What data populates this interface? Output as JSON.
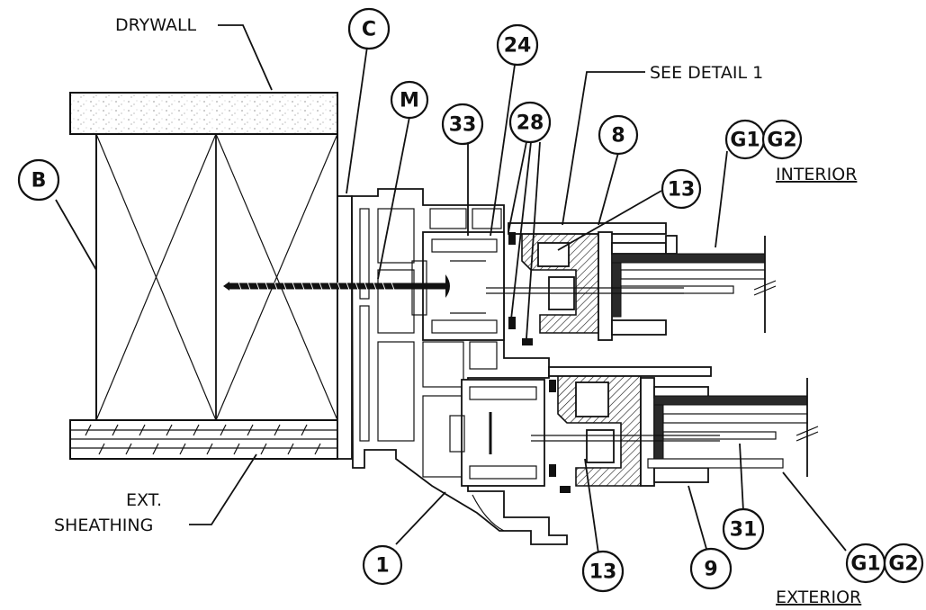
{
  "labels": {
    "drywall": "DRYWALL",
    "see_detail": "SEE DETAIL 1",
    "interior": "INTERIOR",
    "exterior": "EXTERIOR",
    "ext_sheathing_1": "EXT.",
    "ext_sheathing_2": "SHEATHING"
  },
  "callouts": {
    "c": "C",
    "m": "M",
    "b": "B",
    "n24": "24",
    "n33": "33",
    "n28": "28",
    "n8": "8",
    "n13_top": "13",
    "g1_top": "G1",
    "g2_top": "G2",
    "n1": "1",
    "n13_bottom": "13",
    "n9": "9",
    "n31": "31",
    "g1_bottom": "G1",
    "g2_bottom": "G2"
  }
}
